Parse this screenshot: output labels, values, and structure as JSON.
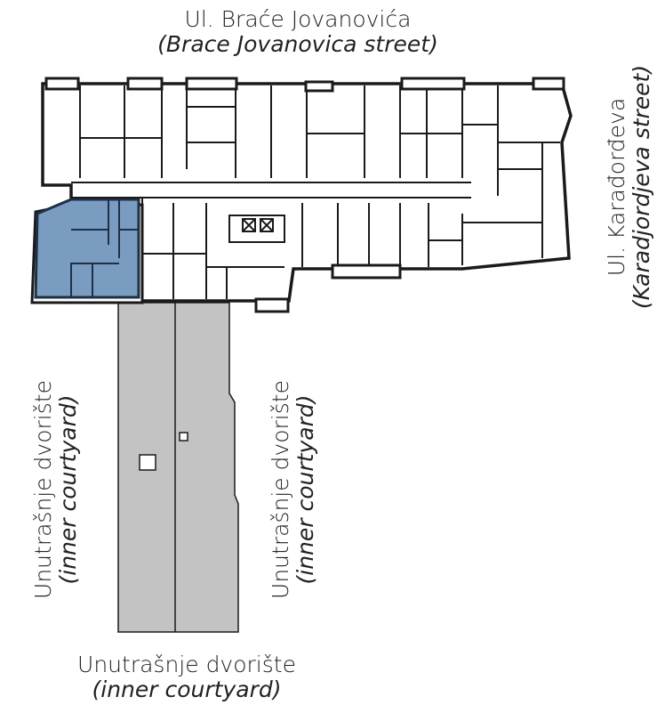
{
  "labels": {
    "top_street": {
      "name": "Ul. Braće Jovanovića",
      "translation": "(Brace Jovanovica street)"
    },
    "right_street": {
      "name": "Ul. Karađorđeva",
      "translation": "(Karadjordjeva street)"
    },
    "courtyard_left": {
      "name": "Unutrašnje dvorište",
      "translation": "(inner courtyard)"
    },
    "courtyard_center": {
      "name": "Unutrašnje dvorište",
      "translation": "(inner courtyard)"
    },
    "courtyard_bottom": {
      "name": "Unutrašnje dvorište",
      "translation": "(inner courtyard)"
    }
  },
  "colors": {
    "highlight_unit": "#7a9cc0",
    "highlight_outline": "#1f2f45",
    "courtyard": "#c3c3c3",
    "walls": "#1a1a1a",
    "background": "#ffffff"
  },
  "highlighted_unit": {
    "status": "selected",
    "position": "west end of floor"
  }
}
